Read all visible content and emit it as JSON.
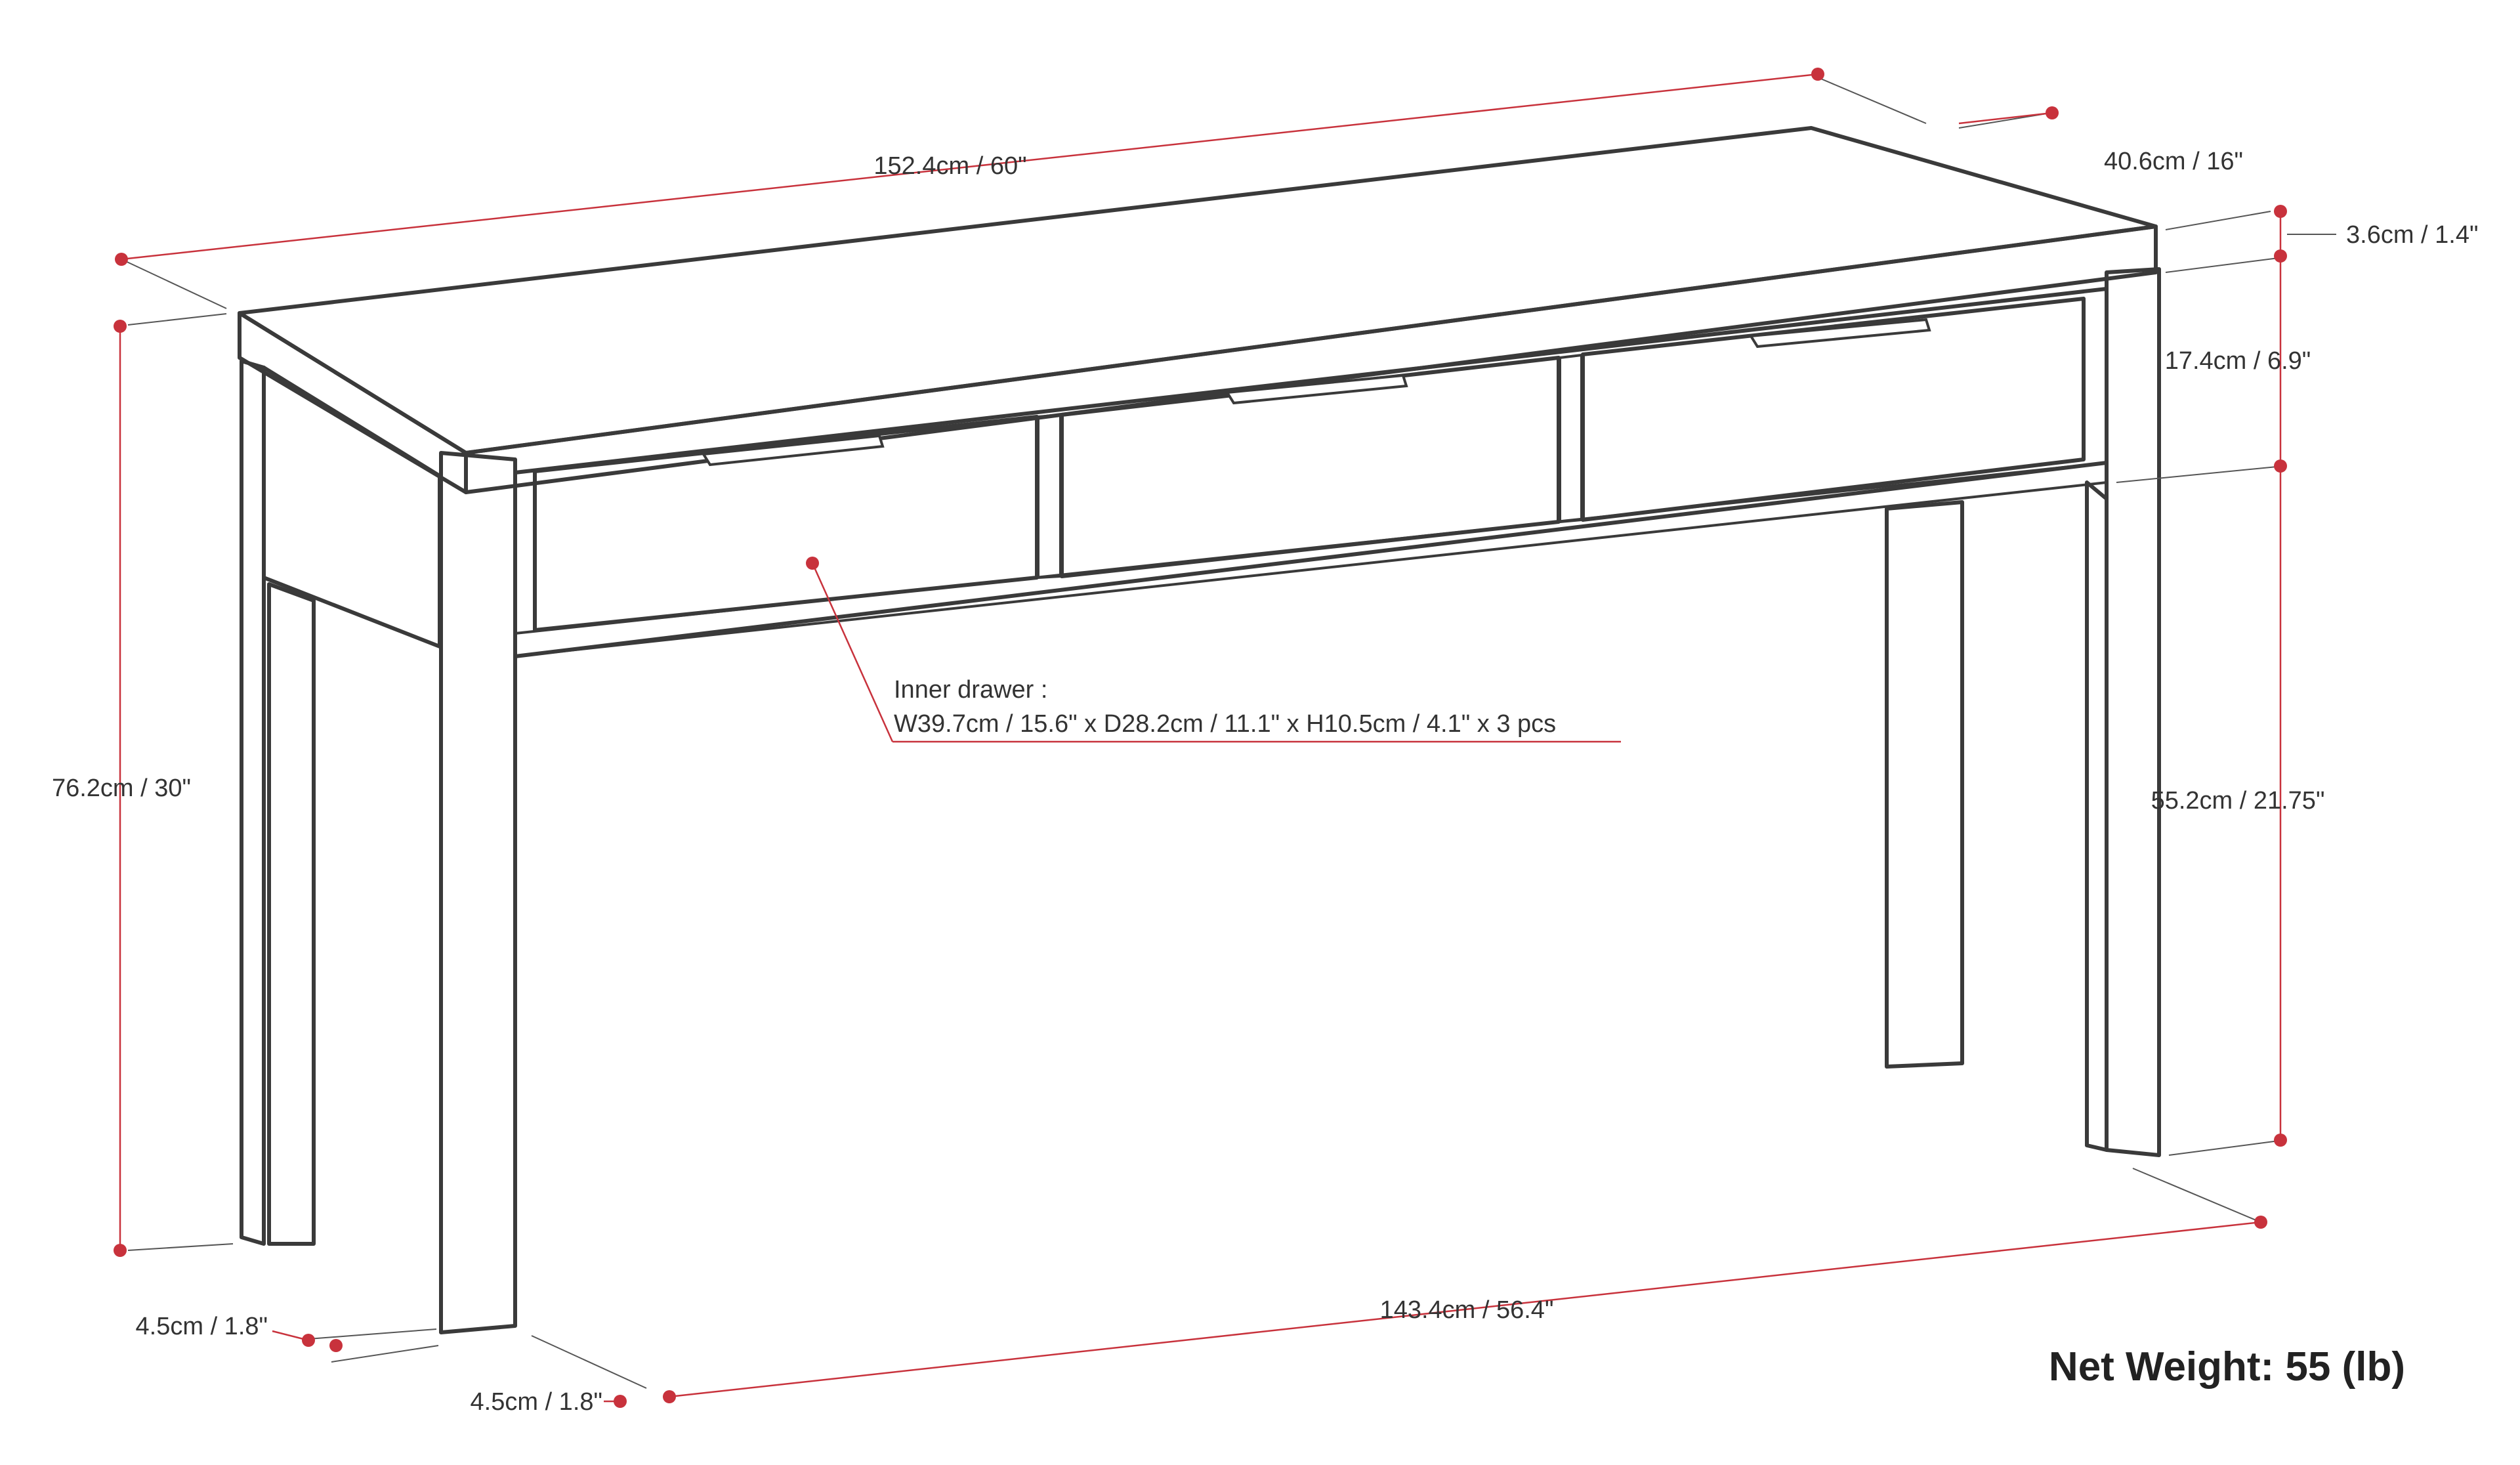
{
  "dimensions": {
    "overall_width": "152.4cm / 60\"",
    "depth": "40.6cm / 16\"",
    "top_thickness": "3.6cm / 1.4\"",
    "apron_height": "17.4cm / 6.9\"",
    "overall_height": "76.2cm / 30\"",
    "leg_clearance": "55.2cm / 21.75\"",
    "leg_span": "143.4cm / 56.4\"",
    "leg_width": "4.5cm / 1.8\"",
    "leg_depth": "4.5cm / 1.8\""
  },
  "inner_drawer": {
    "title": "Inner drawer :",
    "spec": "W39.7cm / 15.6\" x D28.2cm / 11.1\" x H10.5cm / 4.1\" x 3 pcs"
  },
  "net_weight": "Net Weight: 55 (lb)",
  "colors": {
    "dimension_line": "#c8323c",
    "outline": "#3a3a3a"
  }
}
